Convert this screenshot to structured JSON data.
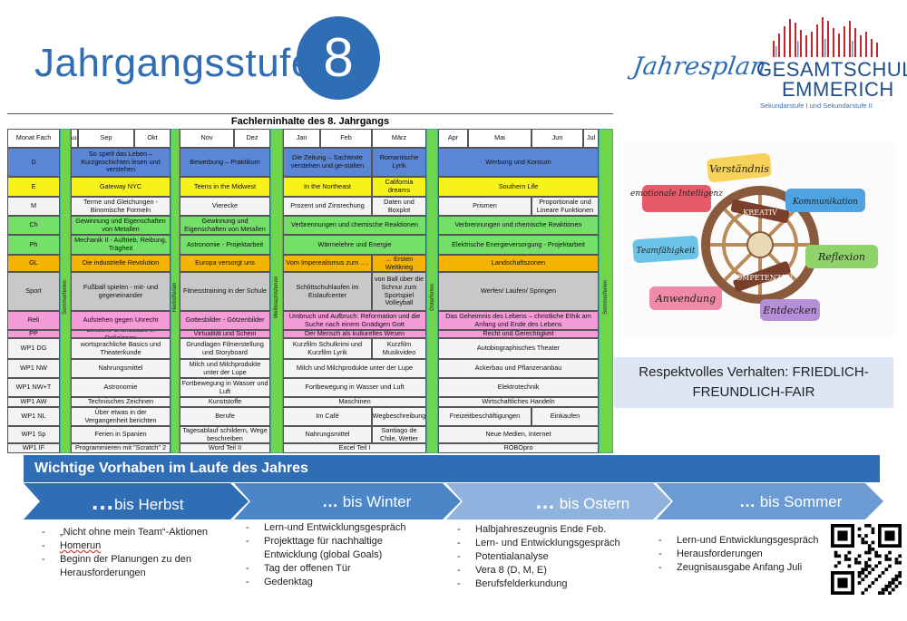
{
  "header": {
    "title": "Jahrgangsstufe",
    "grade": "8",
    "plan_label": "Jahresplan",
    "school_line1": "GESAMTSCHULE",
    "school_line2": "EMMERICH",
    "school_sub": "Sekundarstufe I und Sekundarstufe II"
  },
  "table": {
    "title": "Fachlerninhalte des  8. Jahrgangs",
    "head_corner": "Monat Fach",
    "months": [
      "Aug",
      "Sep",
      "Okt",
      "Nov",
      "Dez",
      "Jan",
      "Feb",
      "März",
      "Apr",
      "Mai",
      "Jun",
      "Jul"
    ],
    "breaks": [
      "Sommerferien",
      "Herbstferien",
      "Weihnachtsferien",
      "Osterferien",
      "Sommerferien"
    ],
    "subjects": [
      "D",
      "E",
      "M",
      "Ch",
      "Ph",
      "GL",
      "Sport",
      "Reli",
      "PP",
      "WP1 DG",
      "WP1 NW",
      "WP1 NW+T",
      "WP1 AW",
      "WP1 NL",
      "WP1 Sp",
      "WP1 IF"
    ],
    "rows": [
      [
        "So spielt das Leben – Kurzgeschichten lesen und verstehen",
        "Bewerbung – Praktikum",
        "Die Zeitung – Sachtexte verstehen und ge-stalten",
        "Romantische Lyrik",
        "Werbung und Konsum"
      ],
      [
        "Gateway NYC",
        "Teens in the Midwest",
        "In the Northeast",
        "California dreams",
        "Southern Life"
      ],
      [
        "Terme und Gleichungen - Binomische Formeln",
        "Vierecke",
        "Prozent und Zinsrechung",
        "Daten und Boxplot",
        "Prismen",
        "Proportionale und Lineare Funktionen"
      ],
      [
        "Gewinnung und Eigenschaften von Metallen",
        "Gewinnung und Eigenschaften von Metallen",
        "Verbrennungen und chemische Reaktionen",
        "Verbrennungen und chemische Reaktionen"
      ],
      [
        "Mechanik II - Auftrieb, Reibung, Trägheit",
        "Astronomie - Projektarbeit",
        "Wärmelehre und Energie",
        "Elektrische Energieversorgung - Projektarbeit"
      ],
      [
        "Die industrielle Revolution",
        "Europa versorgt uns",
        "Vom Imperealismus zum ….",
        "… Ersten Weltkrieg",
        "Landschaftszonen"
      ],
      [
        "Fußball spielen - mit- und gegeneinander",
        "Fitnesstraining in der Schule",
        "Schlittschuhlaufen im Eislaufcenter",
        "von Ball über die Schnur zum Sportspiel Volleyball",
        "Werfen/ Laufen/ Springen"
      ],
      [
        "Aufstehen gegen Unrecht",
        "Gottesbilder - Götzenbilder",
        "Umbruch und Aufbruch: Reformation und die Suche nach einem Gnädigen Gott",
        "Das Geheimnis des Lebens – christliche Ethik am Anfang und Ende des Lebens"
      ],
      [
        "Ethische Grundsätze in Religionen",
        "Virtualität und Schein",
        "Der Mensch als kulturelles Wesen",
        "Recht und Gerechtigkeit"
      ],
      [
        "wortsprachliche Basics und Theaterkunde",
        "Grundlagen Filmerstellung und Storyboard",
        "Kurzfilm Schulkrimi und Kurzfilm Lyrik",
        "Kurzfilm Musikvideo",
        "Autobiographisches Theater"
      ],
      [
        "Nahrungsmittel",
        "Milch und Milchprodukte unter der Lupe",
        "Milch und Milchprodukte unter der Lupe",
        "Ackerbau und Pflanzenanbau"
      ],
      [
        "Astronomie",
        "Fortbewegung in Wasser und Luft",
        "Fortbewegung in Wasser und Luft",
        "Elektrotechnik"
      ],
      [
        "Technisches Zeichnen",
        "Kunststoffe",
        "Maschinen",
        "Wirtschaftliches Handeln"
      ],
      [
        "Über etwas in der Vergangenheit berichten",
        "Berufe",
        "Im Café",
        "Wegbeschreibung",
        "Freizeitbeschäftigungen",
        "Einkaufen"
      ],
      [
        "Ferien in Spanien",
        "Tagesablauf schildern, Wege beschreiben",
        "Nahrungsmittel",
        "Santiago de Chile, Wetter",
        "Neue Medien, Internet"
      ],
      [
        "Programmieren mit \"Scratch\" 2",
        "Word Teil II",
        "Excel Teil I",
        "ROBOpro"
      ]
    ]
  },
  "illustration": {
    "words": [
      "Verständnis",
      "emotionale Intelligenz",
      "Kommunikation",
      "KREATIV",
      "Teamfähigkeit",
      "KOMPETENZEN",
      "Reflexion",
      "Anwendung",
      "Entdecken"
    ]
  },
  "respekt": "Respektvolles Verhalten: FRIEDLICH-FREUNDLICH-FAIR",
  "vorhaben": {
    "title": "Wichtige Vorhaben im Laufe des Jahres",
    "phases": [
      {
        "dots": "…",
        "label": "bis Herbst",
        "items": [
          "„Nicht ohne mein Team“-Aktionen",
          "Homerun",
          "Beginn der Planungen zu den Herausforderungen"
        ]
      },
      {
        "dots": "…",
        "label": " bis Winter",
        "items": [
          "Lern-und Entwicklungsgespräch",
          "Projekttage für nachhaltige Entwicklung (global Goals)",
          "Tag der offenen Tür",
          "Gedenktag"
        ]
      },
      {
        "dots": "…",
        "label": " bis Ostern",
        "items": [
          "Halbjahreszeugnis Ende Feb.",
          "Lern- und Entwicklungsgespräch",
          "Potentialanalyse",
          "Vera 8 (D, M, E)",
          "Berufsfelderkundung"
        ]
      },
      {
        "dots": "…",
        "label": " bis Sommer",
        "items": [
          "Lern-und Entwicklungsgespräch",
          "Herausforderungen",
          "Zeugnisausgabe Anfang Juli"
        ]
      }
    ]
  },
  "colors": {
    "blue": "#2f6db5",
    "D": "#5b86d6",
    "E": "#f7f21a",
    "M": "#f2f2f2",
    "green": "#74e06a",
    "GL": "#f5b400",
    "Sport": "#c8c8c8",
    "Reli": "#f59bd8",
    "bar": "#6fd64c"
  }
}
